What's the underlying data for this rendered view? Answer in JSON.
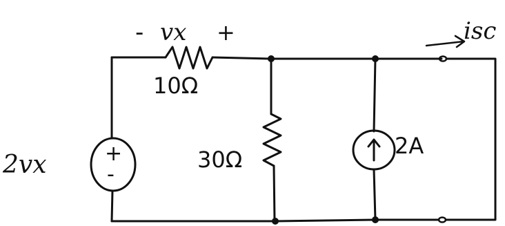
{
  "labels": {
    "vx_minus": "-",
    "vx_name": "vx",
    "vx_plus": "+",
    "r1_value": "10Ω",
    "source_label": "2vx",
    "source_plus": "+",
    "source_minus": "-",
    "r2_value": "30Ω",
    "current_source_value": "2A",
    "isc_label": "isc"
  }
}
